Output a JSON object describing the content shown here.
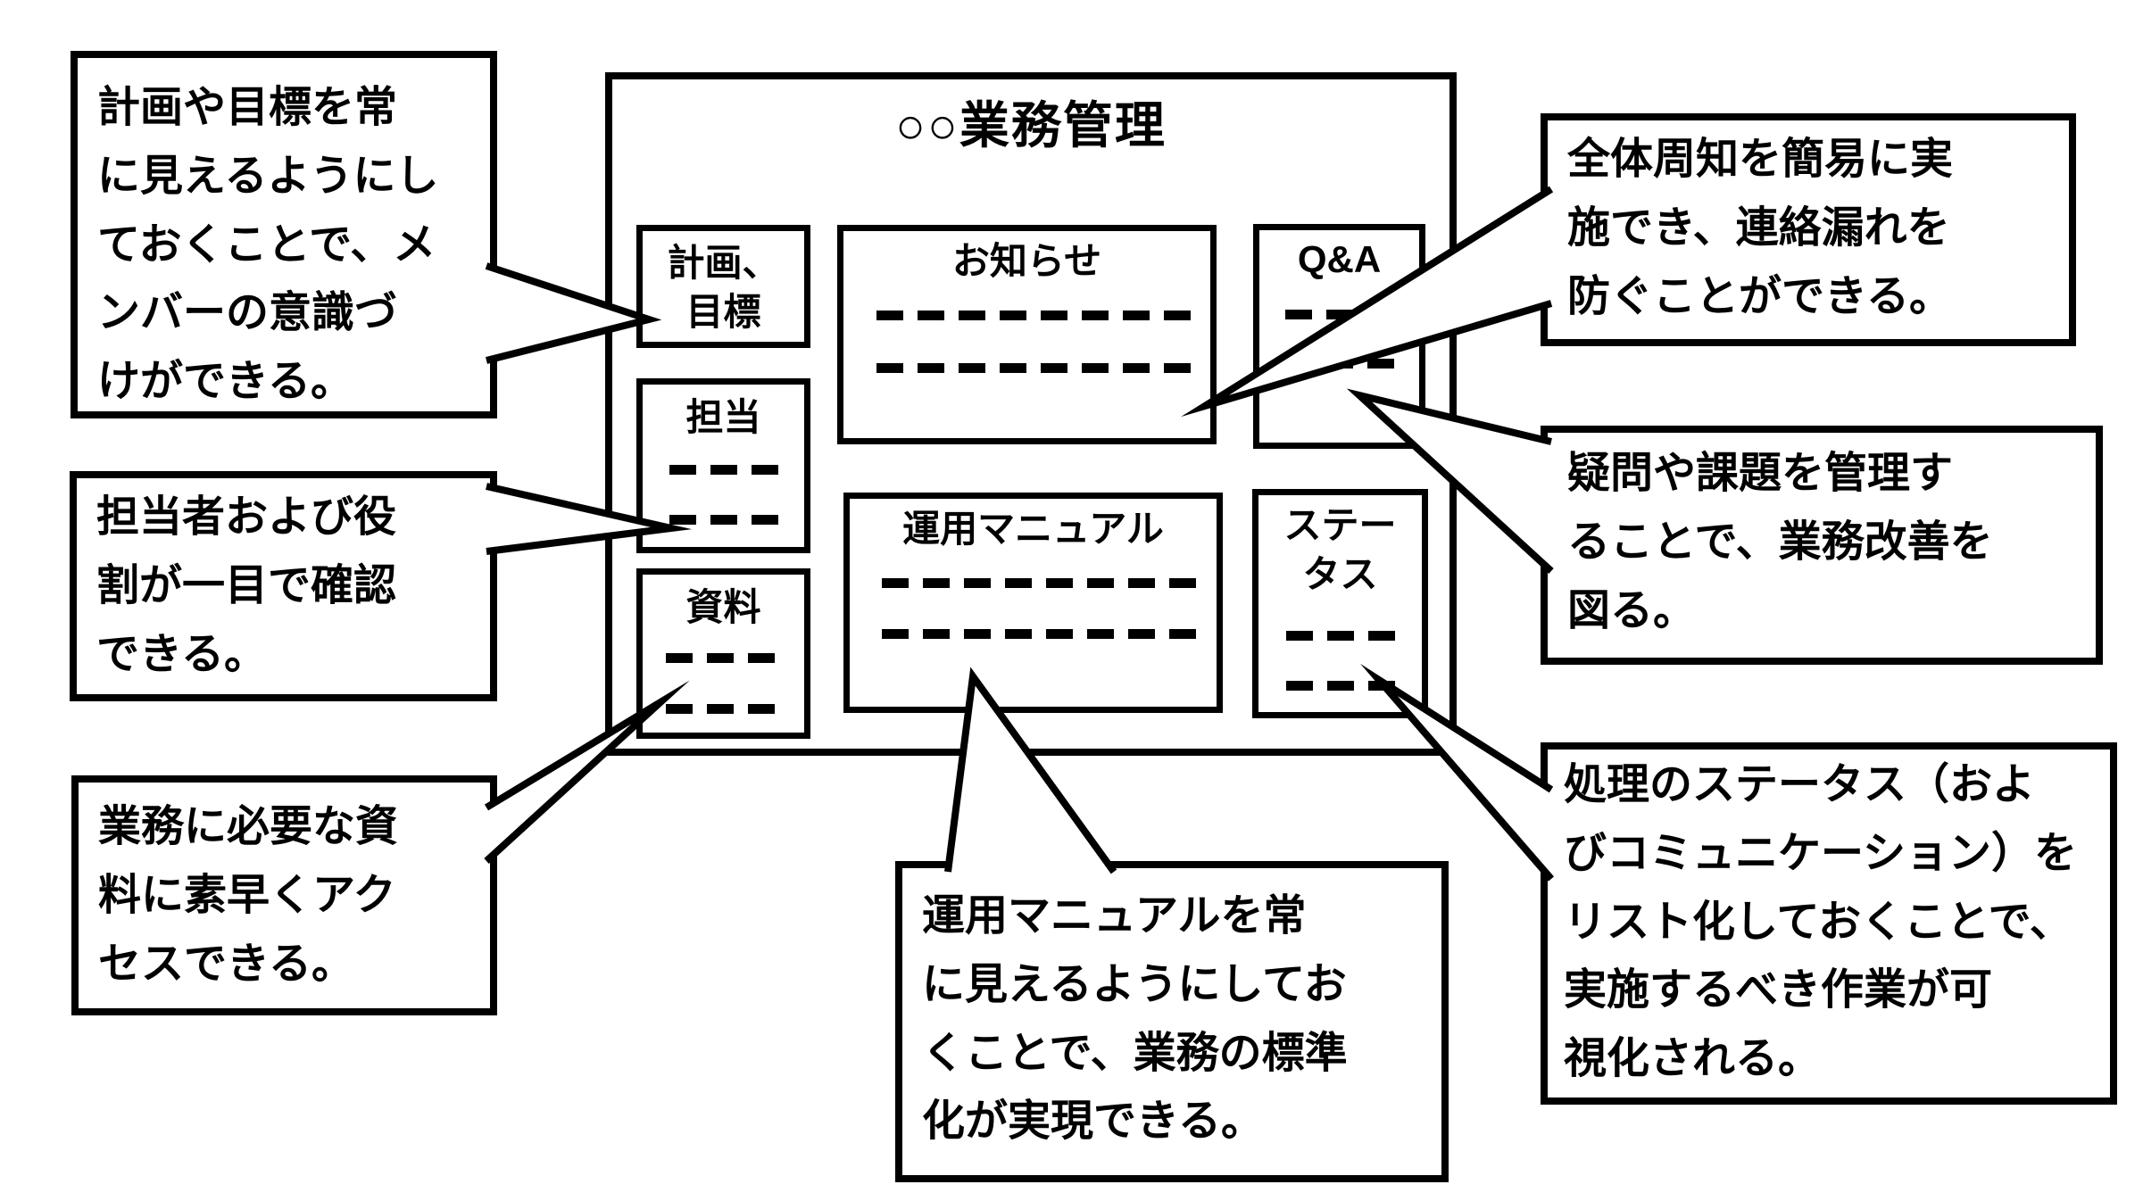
{
  "colors": {
    "ink": "#000000",
    "paper": "#ffffff"
  },
  "board": {
    "title": "○○業務管理",
    "panels": {
      "plan": {
        "label": "計画、\n目標"
      },
      "assign": {
        "label": "担当"
      },
      "docs": {
        "label": "資料"
      },
      "news": {
        "label": "お知らせ"
      },
      "manual": {
        "label": "運用マニュアル"
      },
      "qa": {
        "label": "Q&A"
      },
      "status": {
        "label": "ステー\nタス"
      }
    }
  },
  "callouts": {
    "plan": {
      "text": "計画や目標を常\nに見えるようにし\nておくことで、メ\nンバーの意識づ\nけができる。"
    },
    "assign": {
      "text": "担当者および役\n割が一目で確認\nできる。"
    },
    "docs": {
      "text": "業務に必要な資\n料に素早くアク\nセスできる。"
    },
    "news": {
      "text": "全体周知を簡易に実\n施でき、連絡漏れを\n防ぐことができる。"
    },
    "qa": {
      "text": "疑問や課題を管理す\nることで、業務改善を\n図る。"
    },
    "status": {
      "text": "処理のステータス（およ\nびコミュニケーション）を\nリスト化しておくことで、\n実施するべき作業が可\n視化される。"
    },
    "manual": {
      "text": "運用マニュアルを常\nに見えるようにしてお\nくことで、業務の標準\n化が実現できる。"
    }
  }
}
